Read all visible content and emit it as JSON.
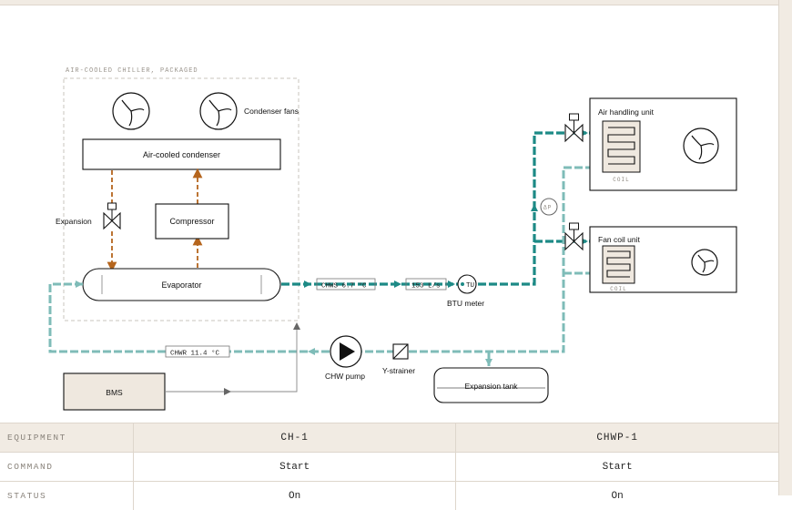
{
  "package_label": "AIR-COOLED CHILLER, PACKAGED",
  "condenser_fans_label": "Condenser fans",
  "condenser_label": "Air-cooled condenser",
  "expansion_label": "Expansion",
  "compressor_label": "Compressor",
  "evaporator_label": "Evaporator",
  "chws_tag": "CHWS 6.7 °C",
  "flow_tag": "153 L/s",
  "btu_meter_label": "BTU meter",
  "btu_symbol": "TU",
  "dp_symbol": "ΔP",
  "chwr_tag": "CHWR 11.4 °C",
  "pump_label": "CHW pump",
  "strainer_label": "Y-strainer",
  "expansion_tank_label": "Expansion tank",
  "bms_label": "BMS",
  "ahu_label": "Air handling unit",
  "fcu_label": "Fan coil unit",
  "coil_tag": "COIL",
  "colors": {
    "chws": "#1d8a86",
    "chwr": "#7fbcb8",
    "refrigerant": "#b5651d",
    "bms_fill": "#efe8df",
    "panel": "#f1ebe3"
  },
  "table": {
    "headers": [
      "EQUIPMENT",
      "CH-1",
      "CHWP-1"
    ],
    "rows": [
      {
        "label": "COMMAND",
        "values": [
          "Start",
          "Start"
        ]
      },
      {
        "label": "STATUS",
        "values": [
          "On",
          "On"
        ]
      }
    ]
  }
}
